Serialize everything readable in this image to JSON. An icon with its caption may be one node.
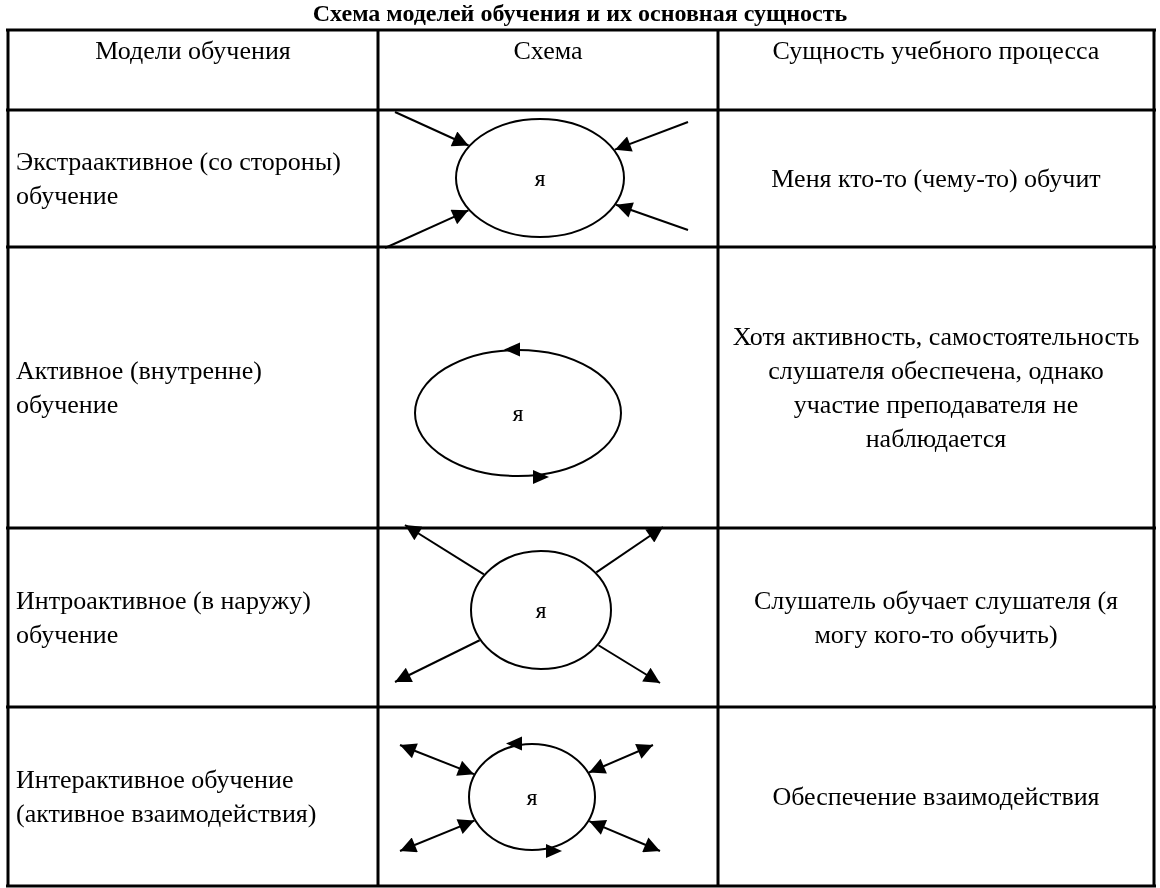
{
  "diagram": {
    "title": "Схема моделей обучения и их основная сущность",
    "nodes": [
      {
        "text": [
          "я"
        ]
      },
      {
        "text": [
          "я"
        ]
      },
      {
        "text": [
          "я"
        ]
      },
      {
        "text": [
          "я"
        ]
      }
    ],
    "edges": [
      {
        "from": null,
        "to": 0,
        "arrow": "to"
      },
      {
        "from": null,
        "to": 0,
        "arrow": "to"
      },
      {
        "from": null,
        "to": 0,
        "arrow": "to"
      },
      {
        "from": null,
        "to": 0,
        "arrow": "to"
      },
      {
        "from": 2,
        "to": null,
        "arrow": "to"
      },
      {
        "from": 2,
        "to": null,
        "arrow": "to"
      },
      {
        "from": 2,
        "to": null,
        "arrow": "to"
      },
      {
        "from": 2,
        "to": null,
        "arrow": "to"
      },
      {
        "from": 3,
        "to": null,
        "arrow": "both"
      },
      {
        "from": 3,
        "to": null,
        "arrow": "both"
      },
      {
        "from": 3,
        "to": null,
        "arrow": "both"
      },
      {
        "from": 3,
        "to": null,
        "arrow": "both"
      }
    ],
    "labels": [
      "Модели обучения",
      "Схема",
      "Сущность учебного процесса",
      "Экстраактивное (со стороны) обучение",
      "Меня кто-то (чему-то) обучит",
      "Активное (внутренне) обучение",
      "Хотя активность, самостоятельность слушателя обеспечена, однако участие преподавателя не наблюдается",
      "Интроактивное (в наружу) обучение",
      "Слушатель обучает слушателя (я могу кого-то обучить)",
      "Интерактивное обучение (активное взаимодействия)",
      "Обеспечение взаимодействия"
    ]
  }
}
